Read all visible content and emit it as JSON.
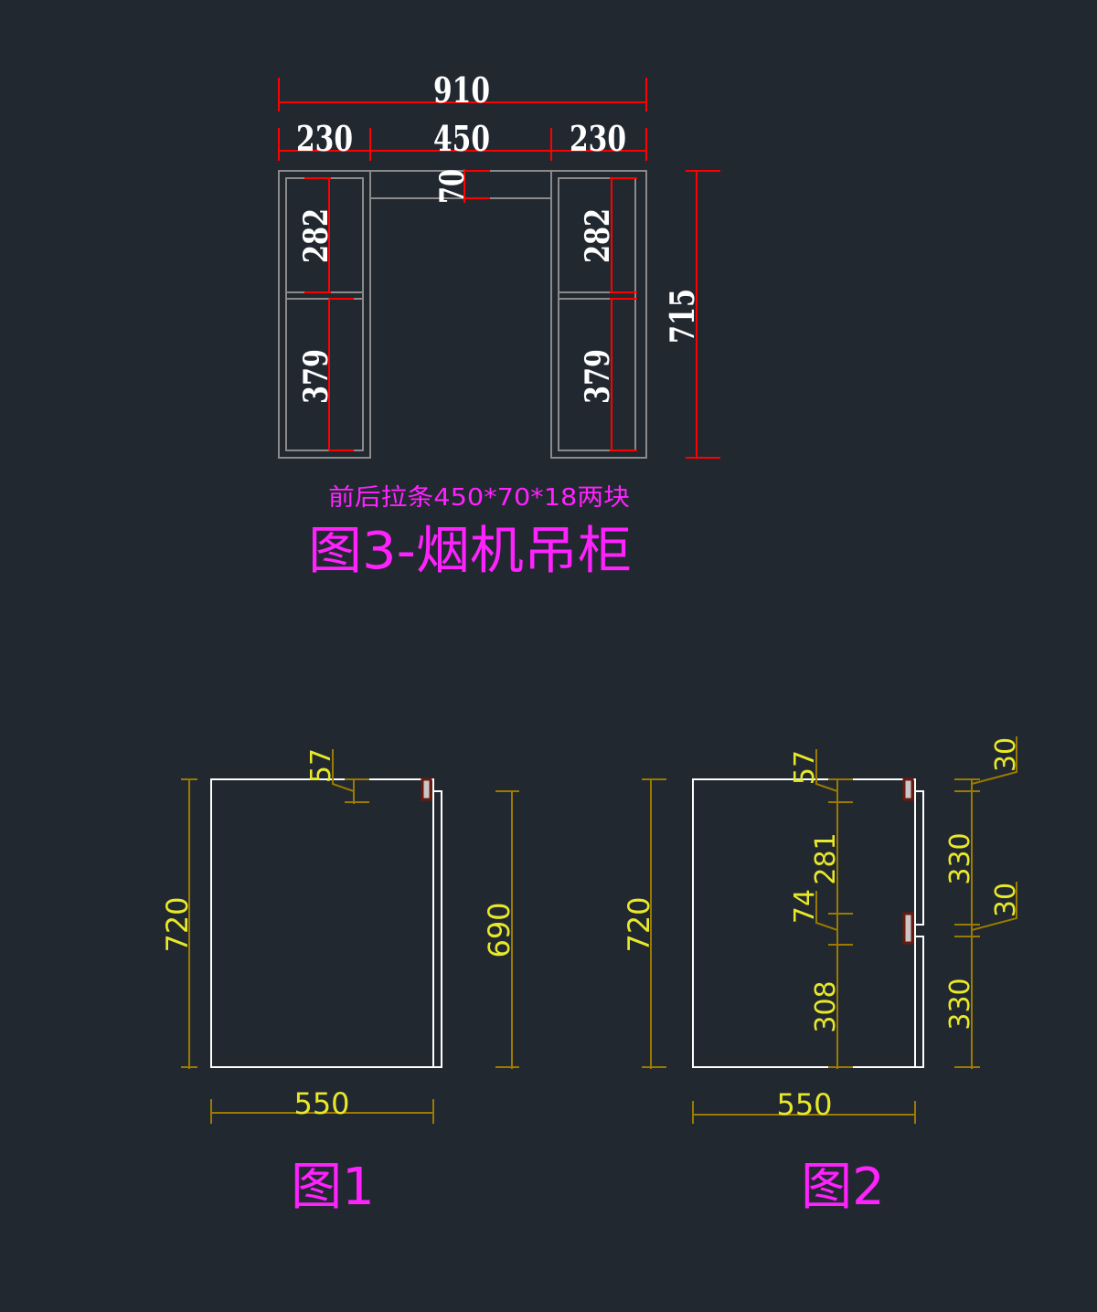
{
  "background": "#212830",
  "colors": {
    "dimension_red": "#ff0000",
    "dimension_ochre": "#9a7a00",
    "dim_text_white": "#ffffff",
    "dim_text_yellow": "#e8e82a",
    "title_magenta": "#ff22ff",
    "panel_white": "#ffffff",
    "frame_grey": "#8a8a8a"
  },
  "figure3": {
    "title": "图3-烟机吊柜",
    "note": "前后拉条450*70*18两块",
    "dims": {
      "overall_width": "910",
      "left_width": "230",
      "middle_width": "450",
      "right_width": "230",
      "rail_height": "70",
      "left_upper": "282",
      "left_lower": "379",
      "right_upper": "282",
      "right_lower": "379",
      "overall_height": "715"
    }
  },
  "figure1": {
    "title": "图1",
    "dims": {
      "height": "720",
      "door_height": "690",
      "width": "550",
      "hinge_offset": "57"
    }
  },
  "figure2": {
    "title": "图2",
    "dims": {
      "height": "720",
      "width": "550",
      "hinge_top_offset": "57",
      "hinge_spacing": "281",
      "gap": "74",
      "lower": "308",
      "door_upper": "330",
      "door_lower": "330",
      "top_gap": "30",
      "mid_gap": "30"
    }
  }
}
